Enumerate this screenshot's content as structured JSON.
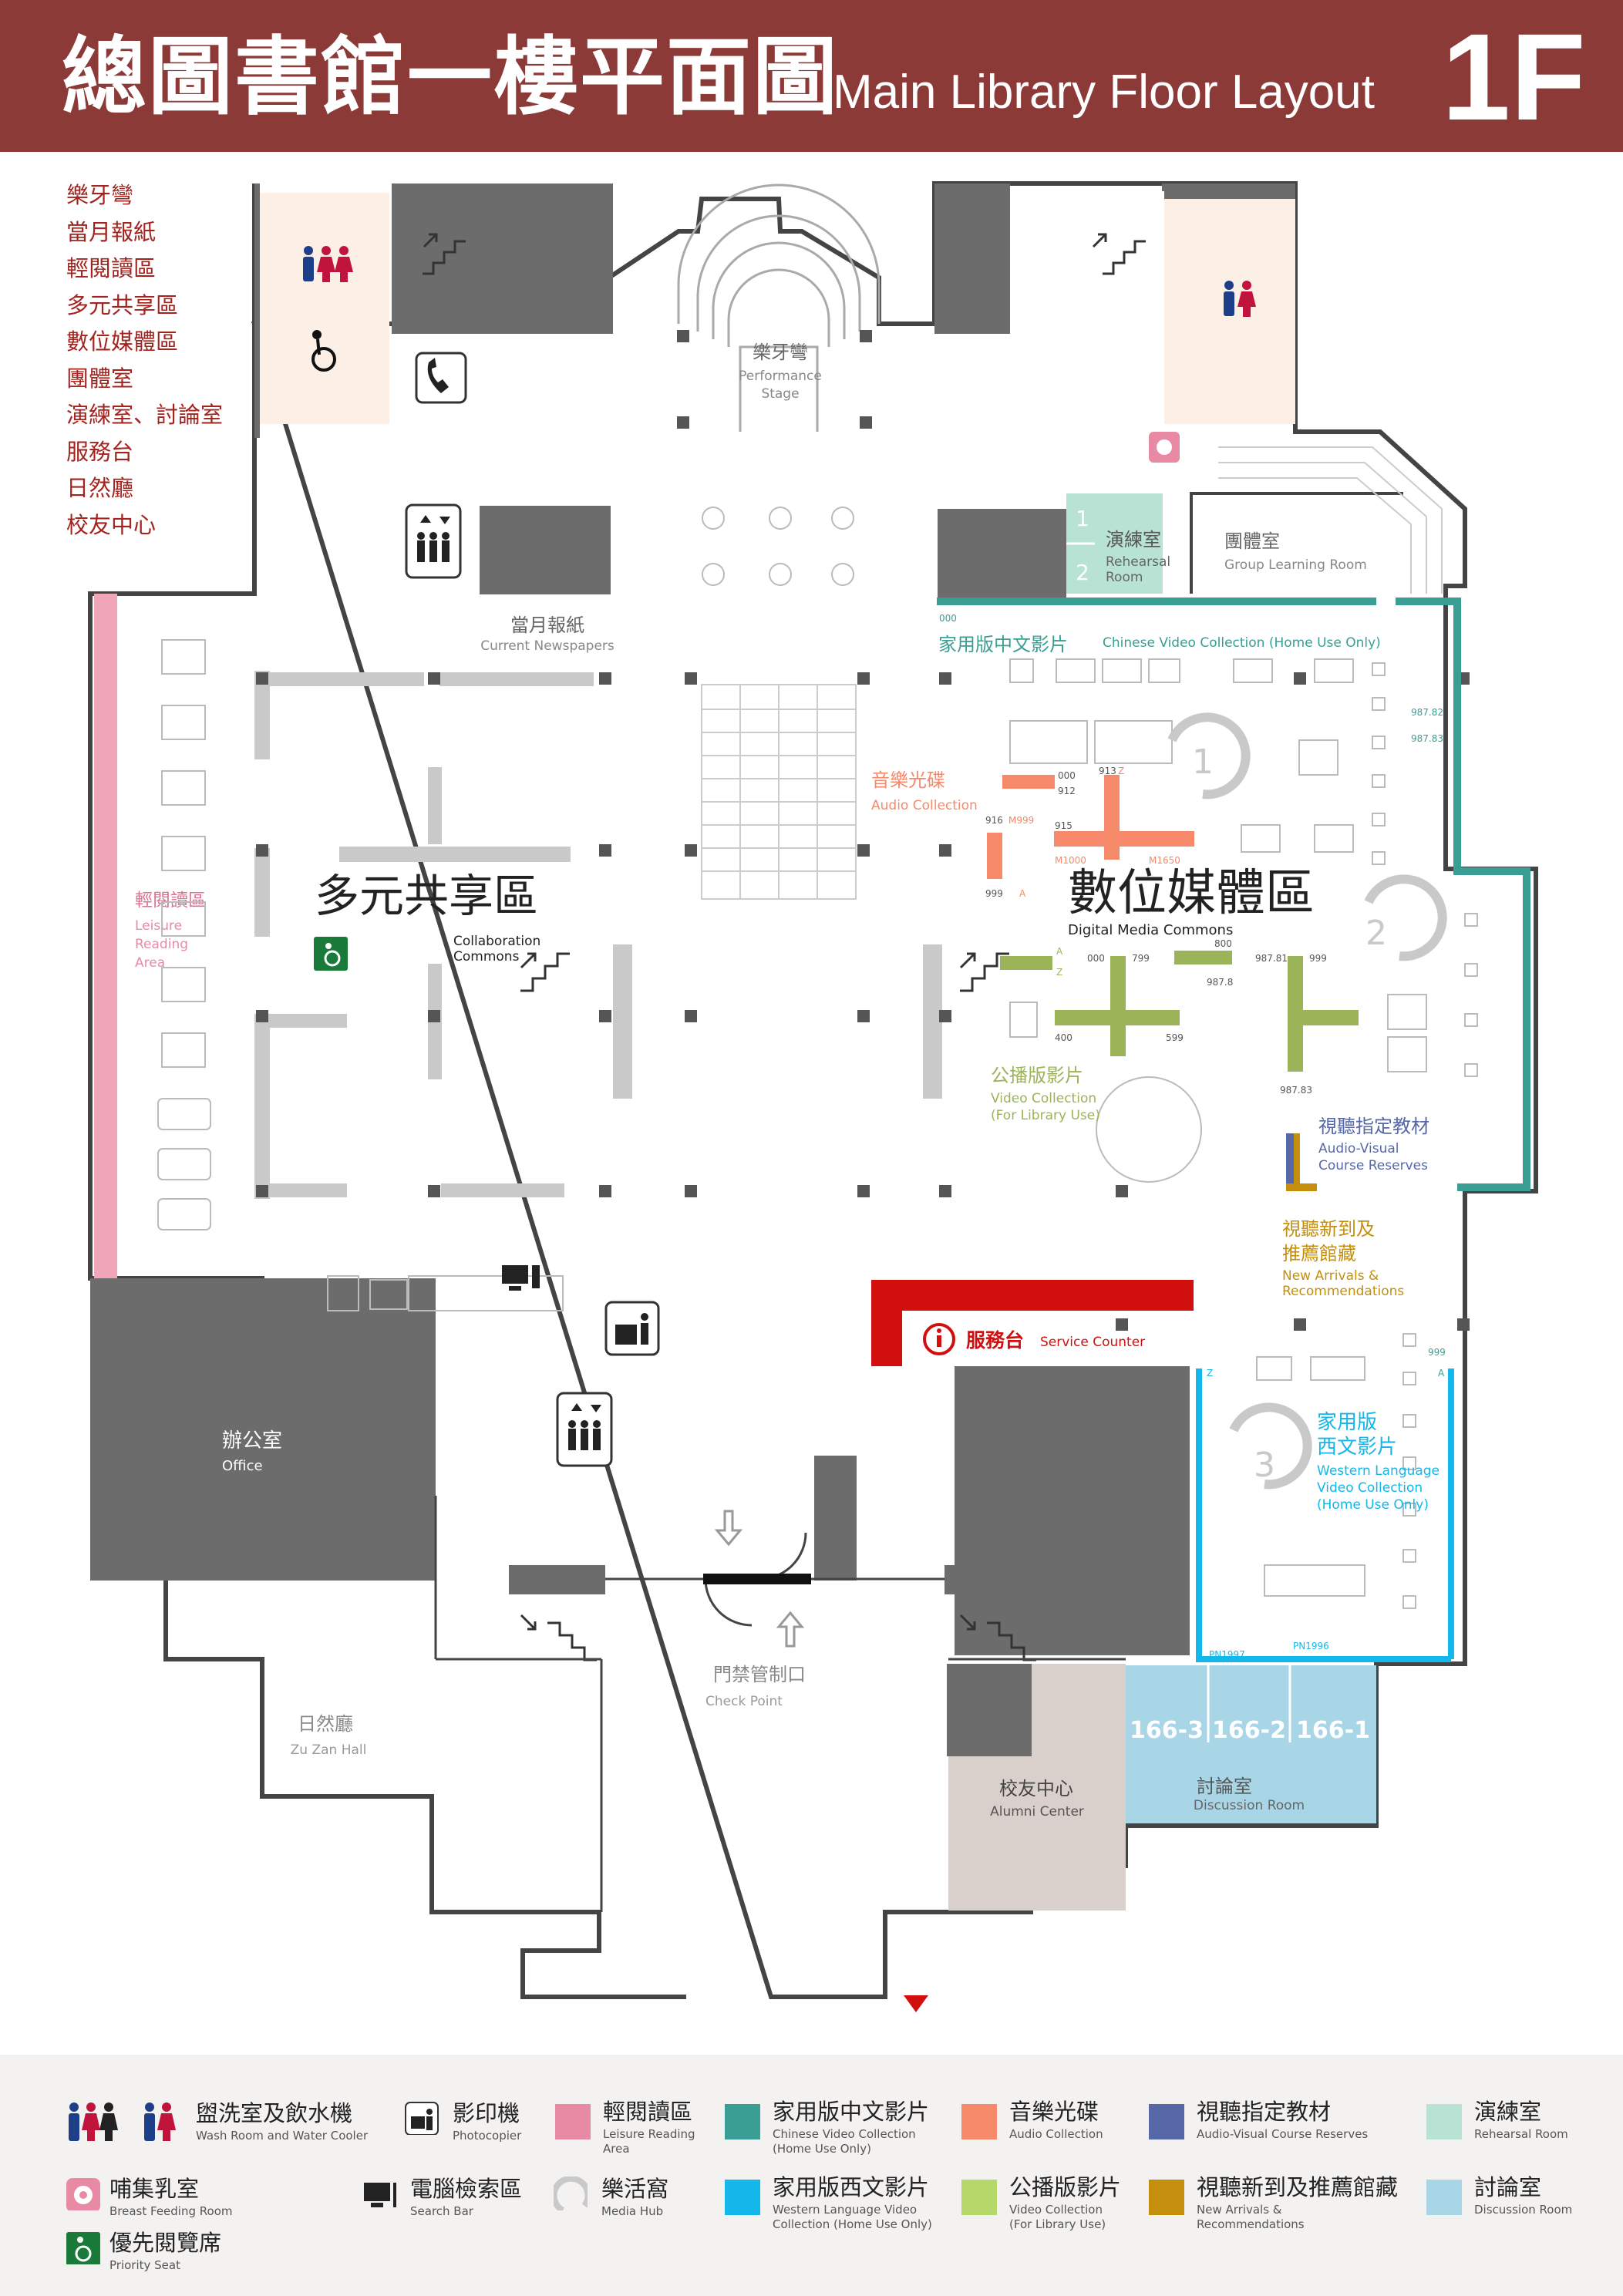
{
  "header": {
    "title_zh": "總圖書館一樓平面圖",
    "title_en": "Main Library Floor Layout",
    "floor": "1F"
  },
  "area_list": [
    "樂牙彎",
    "當月報紙",
    "輕閱讀區",
    "多元共享區",
    "數位媒體區",
    "團體室",
    "演練室、討論室",
    "服務台",
    "日然廳",
    "校友中心"
  ],
  "labels": {
    "stage_zh": "樂牙彎",
    "stage_en1": "Performance",
    "stage_en2": "Stage",
    "newspaper_zh": "當月報紙",
    "newspaper_en": "Current Newspapers",
    "collab_zh": "多元共享區",
    "collab_en1": "Collaboration",
    "collab_en2": "Commons",
    "digital_zh": "數位媒體區",
    "digital_en": "Digital Media Commons",
    "leisure_zh": "輕閱讀區",
    "leisure_en1": "Leisure",
    "leisure_en2": "Reading",
    "leisure_en3": "Area",
    "rehearsal_zh": "演練室",
    "rehearsal_en1": "Rehearsal",
    "rehearsal_en2": "Room",
    "rehearsal_1": "1",
    "rehearsal_2": "2",
    "group_zh": "團體室",
    "group_en": "Group Learning Room",
    "cvc_zh": "家用版中文影片",
    "cvc_en": "Chinese Video Collection (Home Use Only)",
    "audio_zh": "音樂光碟",
    "audio_en": "Audio Collection",
    "vlib_zh": "公播版影片",
    "vlib_en1": "Video Collection",
    "vlib_en2": "(For Library Use)",
    "avr_zh": "視聽指定教材",
    "avr_en1": "Audio-Visual",
    "avr_en2": "Course Reserves",
    "newarr_zh1": "視聽新到及",
    "newarr_zh2": "推薦館藏",
    "newarr_en1": "New Arrivals &",
    "newarr_en2": "Recommendations",
    "service_zh": "服務台",
    "service_en": "Service Counter",
    "wvc_zh1": "家用版",
    "wvc_zh2": "西文影片",
    "wvc_en1": "Western Language",
    "wvc_en2": "Video Collection",
    "wvc_en3": "(Home Use Only)",
    "office_zh": "辦公室",
    "office_en": "Office",
    "checkpoint_zh": "門禁管制口",
    "checkpoint_en": "Check Point",
    "hall_zh": "日然廳",
    "hall_en": "Zu Zan Hall",
    "alumni_zh": "校友中心",
    "alumni_en": "Alumni Center",
    "discussion_zh": "討論室",
    "discussion_en": "Discussion Room",
    "room_166_3": "166-3",
    "room_166_2": "166-2",
    "room_166_1": "166-1",
    "hub_1": "1",
    "hub_2": "2",
    "hub_3": "3",
    "call_numbers": {
      "n000_top": "000",
      "n987_82": "987.82",
      "n987_83_top": "987.83",
      "n000": "000",
      "n912": "912",
      "n913": "913",
      "nZ": "Z",
      "n916": "916",
      "nM999": "M999",
      "n915": "915",
      "nM1000": "M1000",
      "nM1650": "M1650",
      "n999a": "999",
      "nA": "A",
      "nA2": "A",
      "nZ2": "Z",
      "n000b": "000",
      "n799": "799",
      "n800": "800",
      "n987_8": "987.8",
      "n987_81": "987.81",
      "n999b": "999",
      "n400": "400",
      "n599": "599",
      "n987_83": "987.83",
      "n999c": "999",
      "nA3": "A",
      "nZ3": "Z",
      "nPN1997": "PN1997",
      "nPN1996": "PN1996"
    }
  },
  "legend": [
    {
      "icon": "restroom-icon",
      "zh": "盥洗室及飲水機",
      "en": "Wash Room and Water Cooler"
    },
    {
      "icon": "photocopier-icon",
      "zh": "影印機",
      "en": "Photocopier"
    },
    {
      "color": "#e88aa3",
      "zh": "輕閱讀區",
      "en": "Leisure Reading Area"
    },
    {
      "color": "#3a9e94",
      "zh": "家用版中文影片",
      "en": "Chinese Video Collection (Home Use Only)"
    },
    {
      "color": "#f7896b",
      "zh": "音樂光碟",
      "en": "Audio Collection"
    },
    {
      "color": "#5668a8",
      "zh": "視聽指定教材",
      "en": "Audio-Visual Course Reserves"
    },
    {
      "color": "#b7e2d4",
      "zh": "演練室",
      "en": "Rehearsal Room"
    },
    {
      "icon": "breastfeeding-icon",
      "zh": "哺集乳室",
      "en": "Breast Feeding Room"
    },
    {
      "icon": "computer-icon",
      "zh": "電腦檢索區",
      "en": "Search Bar"
    },
    {
      "icon": "media-hub-icon",
      "zh": "樂活窩",
      "en": "Media Hub"
    },
    {
      "color": "#13b7ea",
      "zh": "家用版西文影片",
      "en": "Western Language Video Collection (Home Use Only)"
    },
    {
      "color": "#b6d86a",
      "zh": "公播版影片",
      "en": "Video Collection (For Library Use)"
    },
    {
      "color": "#c58f0e",
      "zh": "視聽新到及推薦館藏",
      "en": "New Arrivals & Recommendations"
    },
    {
      "color": "#a8d6e7",
      "zh": "討論室",
      "en": "Discussion Room"
    },
    {
      "icon": "priority-seat-icon",
      "zh": "優先閱覽席",
      "en": "Priority Seat"
    }
  ]
}
